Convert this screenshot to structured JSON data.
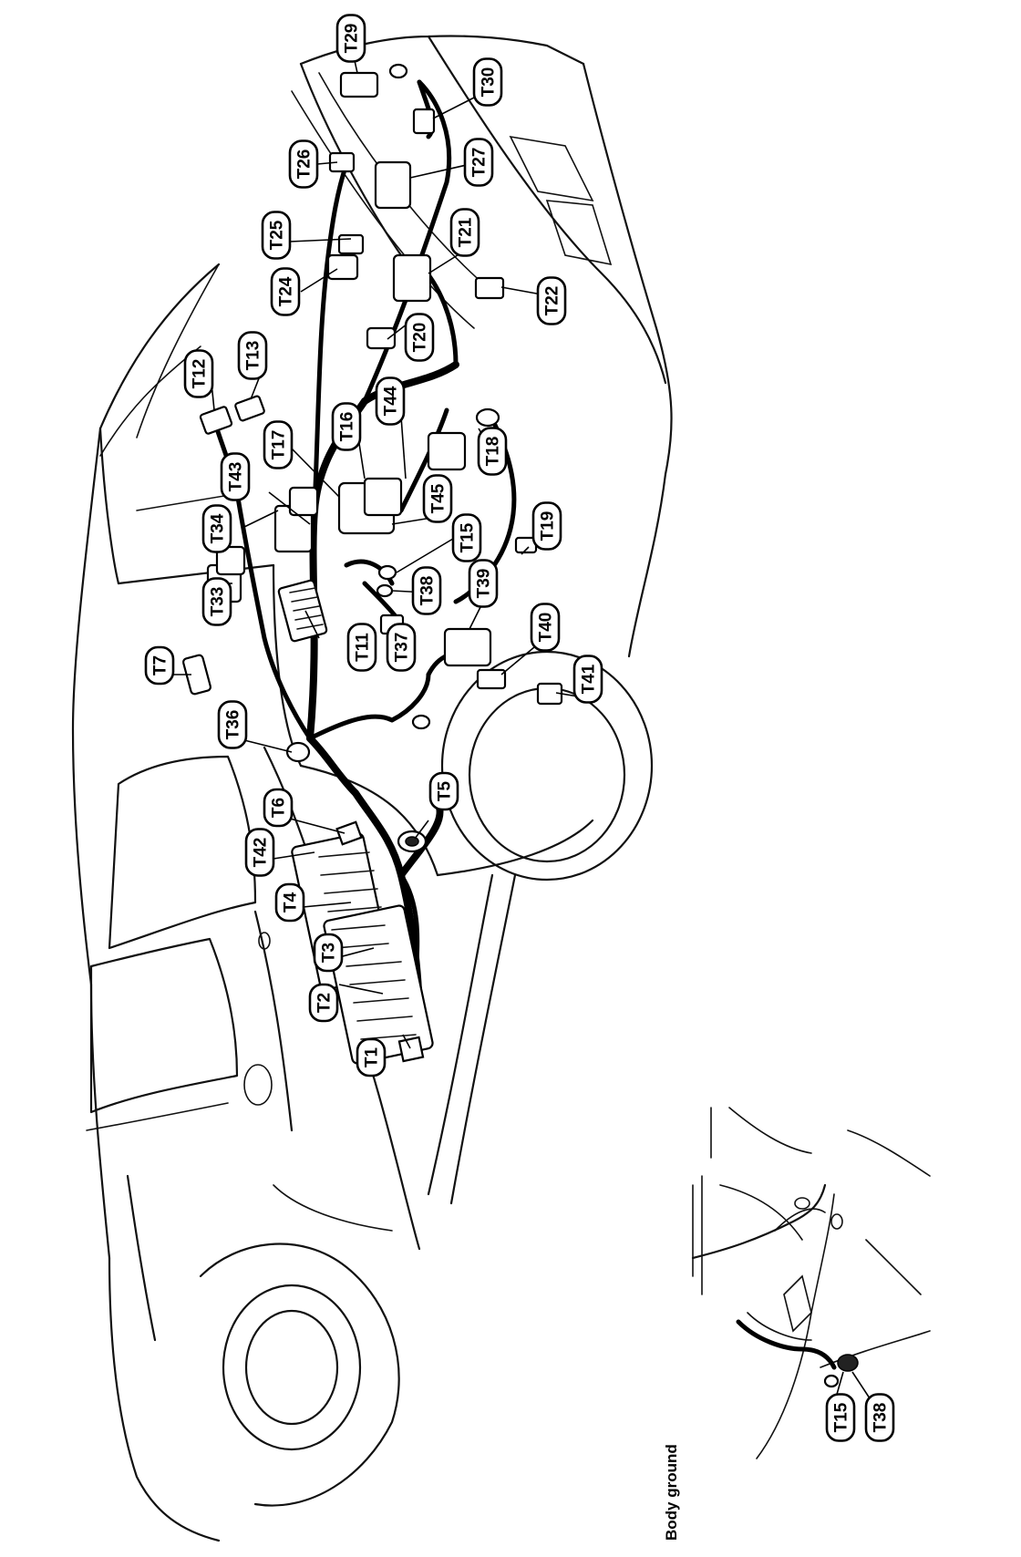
{
  "inset": {
    "label": "Body ground",
    "connectors": [
      "T15",
      "T38"
    ]
  },
  "connectors": [
    {
      "id": "T1"
    },
    {
      "id": "T2"
    },
    {
      "id": "T3"
    },
    {
      "id": "T4"
    },
    {
      "id": "T5"
    },
    {
      "id": "T6"
    },
    {
      "id": "T7"
    },
    {
      "id": "T11"
    },
    {
      "id": "T12"
    },
    {
      "id": "T13"
    },
    {
      "id": "T15"
    },
    {
      "id": "T16"
    },
    {
      "id": "T17"
    },
    {
      "id": "T18"
    },
    {
      "id": "T19"
    },
    {
      "id": "T20"
    },
    {
      "id": "T21"
    },
    {
      "id": "T22"
    },
    {
      "id": "T24"
    },
    {
      "id": "T25"
    },
    {
      "id": "T26"
    },
    {
      "id": "T27"
    },
    {
      "id": "T29"
    },
    {
      "id": "T30"
    },
    {
      "id": "T33"
    },
    {
      "id": "T34"
    },
    {
      "id": "T36"
    },
    {
      "id": "T37"
    },
    {
      "id": "T38"
    },
    {
      "id": "T39"
    },
    {
      "id": "T40"
    },
    {
      "id": "T41"
    },
    {
      "id": "T42"
    },
    {
      "id": "T43"
    },
    {
      "id": "T44"
    },
    {
      "id": "T45"
    }
  ]
}
